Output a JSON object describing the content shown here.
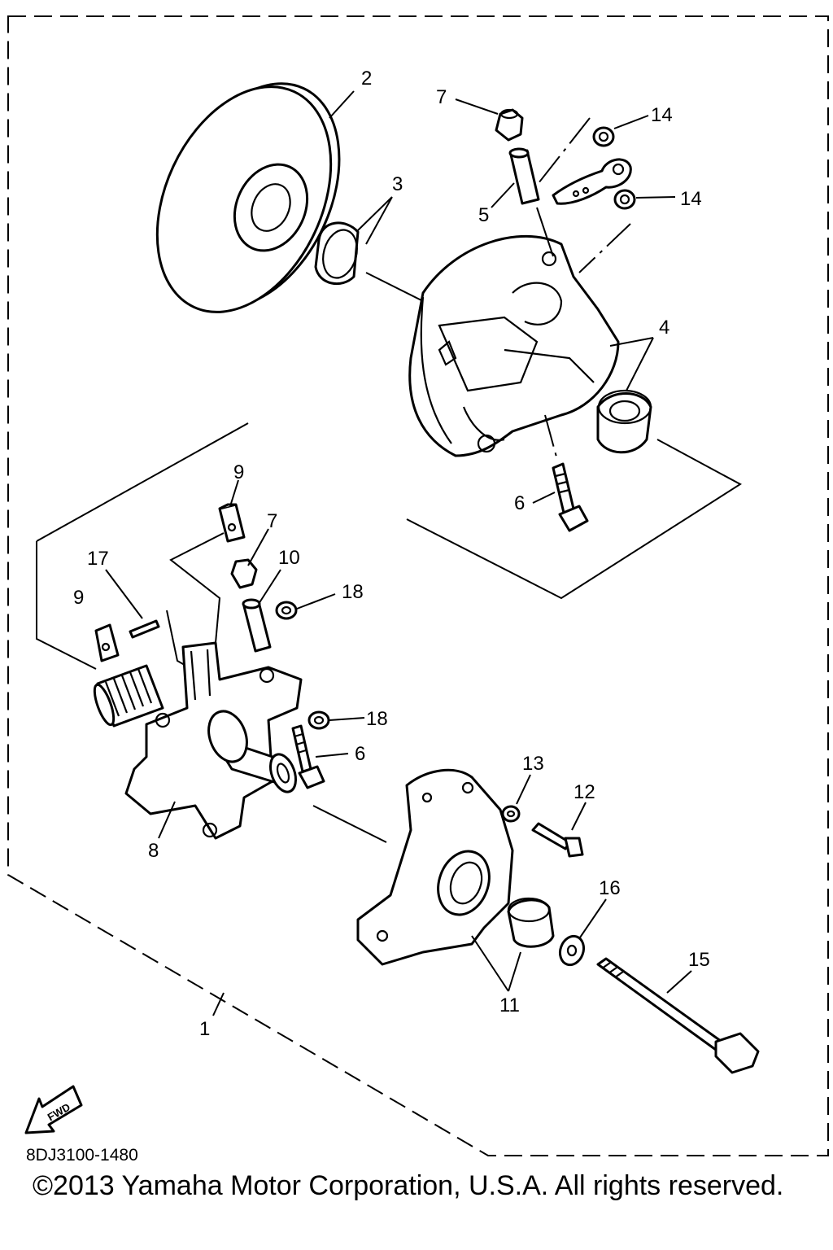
{
  "diagram": {
    "callouts": [
      {
        "id": "c1",
        "text": "1"
      },
      {
        "id": "c2",
        "text": "2"
      },
      {
        "id": "c3",
        "text": "3"
      },
      {
        "id": "c4",
        "text": "4"
      },
      {
        "id": "c5",
        "text": "5"
      },
      {
        "id": "c6a",
        "text": "6"
      },
      {
        "id": "c6b",
        "text": "6"
      },
      {
        "id": "c7a",
        "text": "7"
      },
      {
        "id": "c7b",
        "text": "7"
      },
      {
        "id": "c8",
        "text": "8"
      },
      {
        "id": "c9a",
        "text": "9"
      },
      {
        "id": "c9b",
        "text": "9"
      },
      {
        "id": "c10",
        "text": "10"
      },
      {
        "id": "c11",
        "text": "11"
      },
      {
        "id": "c12",
        "text": "12"
      },
      {
        "id": "c13",
        "text": "13"
      },
      {
        "id": "c14a",
        "text": "14"
      },
      {
        "id": "c14b",
        "text": "14"
      },
      {
        "id": "c15",
        "text": "15"
      },
      {
        "id": "c16",
        "text": "16"
      },
      {
        "id": "c17",
        "text": "17"
      },
      {
        "id": "c18a",
        "text": "18"
      },
      {
        "id": "c18b",
        "text": "18"
      }
    ],
    "fwd_arrow_label": "FWD",
    "diagram_code": "8DJ3100-1480",
    "copyright": "©2013 Yamaha Motor Corporation, U.S.A. All rights reserved."
  }
}
